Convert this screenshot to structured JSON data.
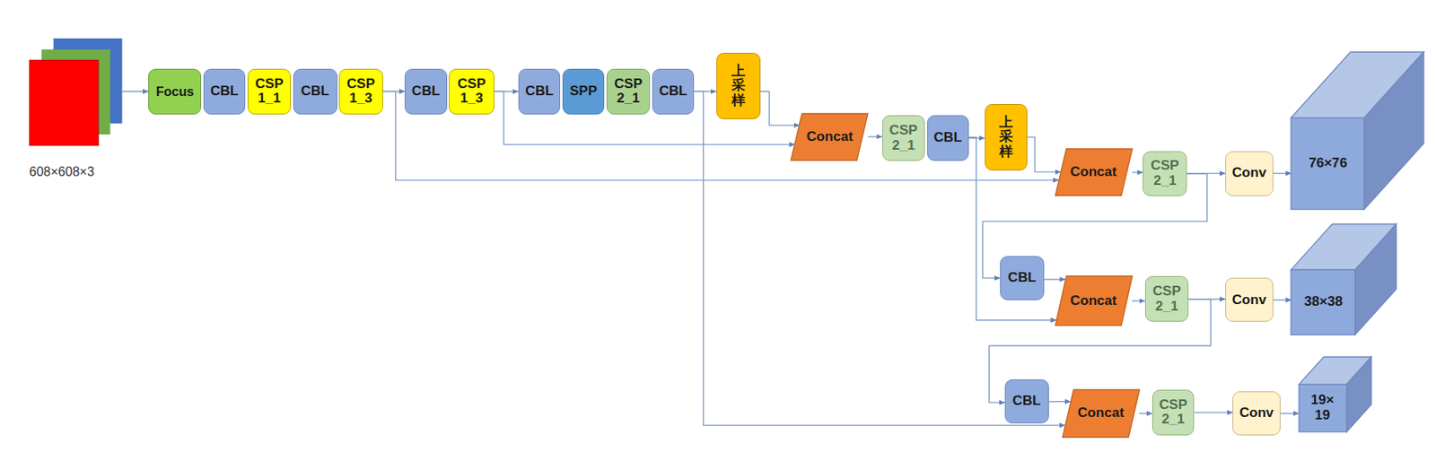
{
  "diagram": {
    "nodes": [
      {
        "text": [
          "608×608×3"
        ]
      },
      {
        "text": [
          "Focus"
        ]
      },
      {
        "text": [
          "CBL"
        ]
      },
      {
        "text": [
          "CSP 1_1"
        ]
      },
      {
        "text": [
          "CBL"
        ]
      },
      {
        "text": [
          "CSP 1_3"
        ]
      },
      {
        "text": [
          "CBL"
        ]
      },
      {
        "text": [
          "CSP 1_3"
        ]
      },
      {
        "text": [
          "CBL"
        ]
      },
      {
        "text": [
          "SPP"
        ]
      },
      {
        "text": [
          "CSP 2_1"
        ]
      },
      {
        "text": [
          "CBL"
        ]
      },
      {
        "text": [
          "上 采 样"
        ]
      },
      {
        "text": [
          "Concat"
        ]
      },
      {
        "text": [
          "CSP 2_1"
        ]
      },
      {
        "text": [
          "CBL"
        ]
      },
      {
        "text": [
          "上 采 样"
        ]
      },
      {
        "text": [
          "Concat"
        ]
      },
      {
        "text": [
          "CSP 2_1"
        ]
      },
      {
        "text": [
          "Conv"
        ]
      },
      {
        "text": [
          "76×76"
        ]
      },
      {
        "text": [
          "CBL"
        ]
      },
      {
        "text": [
          "Concat"
        ]
      },
      {
        "text": [
          "CSP 2_1"
        ]
      },
      {
        "text": [
          "Conv"
        ]
      },
      {
        "text": [
          "38×38"
        ]
      },
      {
        "text": [
          "CBL"
        ]
      },
      {
        "text": [
          "Concat"
        ]
      },
      {
        "text": [
          "CSP 2_1"
        ]
      },
      {
        "text": [
          "Conv"
        ]
      },
      {
        "text": [
          "19× 19"
        ]
      }
    ],
    "edges": [
      {
        "from": 0,
        "to": 1,
        "arrow": "to"
      },
      {
        "from": 5,
        "to": 6,
        "arrow": "to"
      },
      {
        "from": 5,
        "to": 17,
        "arrow": "to"
      },
      {
        "from": 7,
        "to": 8,
        "arrow": "to"
      },
      {
        "from": 7,
        "to": 13,
        "arrow": "to"
      },
      {
        "from": 11,
        "to": 12,
        "arrow": "to"
      },
      {
        "from": 11,
        "to": 27,
        "arrow": "to"
      },
      {
        "from": 12,
        "to": 13,
        "arrow": "to"
      },
      {
        "from": 13,
        "to": 14,
        "arrow": "to"
      },
      {
        "from": 15,
        "to": 16,
        "arrow": "to"
      },
      {
        "from": 15,
        "to": 22,
        "arrow": "to"
      },
      {
        "from": 16,
        "to": 17,
        "arrow": "to"
      },
      {
        "from": 17,
        "to": 18,
        "arrow": "to"
      },
      {
        "from": 18,
        "to": 19,
        "arrow": "to"
      },
      {
        "from": 19,
        "to": 20,
        "arrow": "to"
      },
      {
        "from": 18,
        "to": 21,
        "arrow": "to"
      },
      {
        "from": 21,
        "to": 22,
        "arrow": "to"
      },
      {
        "from": 22,
        "to": 23,
        "arrow": "to"
      },
      {
        "from": 23,
        "to": 24,
        "arrow": "to"
      },
      {
        "from": 24,
        "to": 25,
        "arrow": "to"
      },
      {
        "from": 23,
        "to": 26,
        "arrow": "to"
      },
      {
        "from": 26,
        "to": 27,
        "arrow": "to"
      },
      {
        "from": 27,
        "to": 28,
        "arrow": "to"
      },
      {
        "from": 28,
        "to": 29,
        "arrow": "to"
      },
      {
        "from": 29,
        "to": 30,
        "arrow": "to"
      }
    ]
  }
}
